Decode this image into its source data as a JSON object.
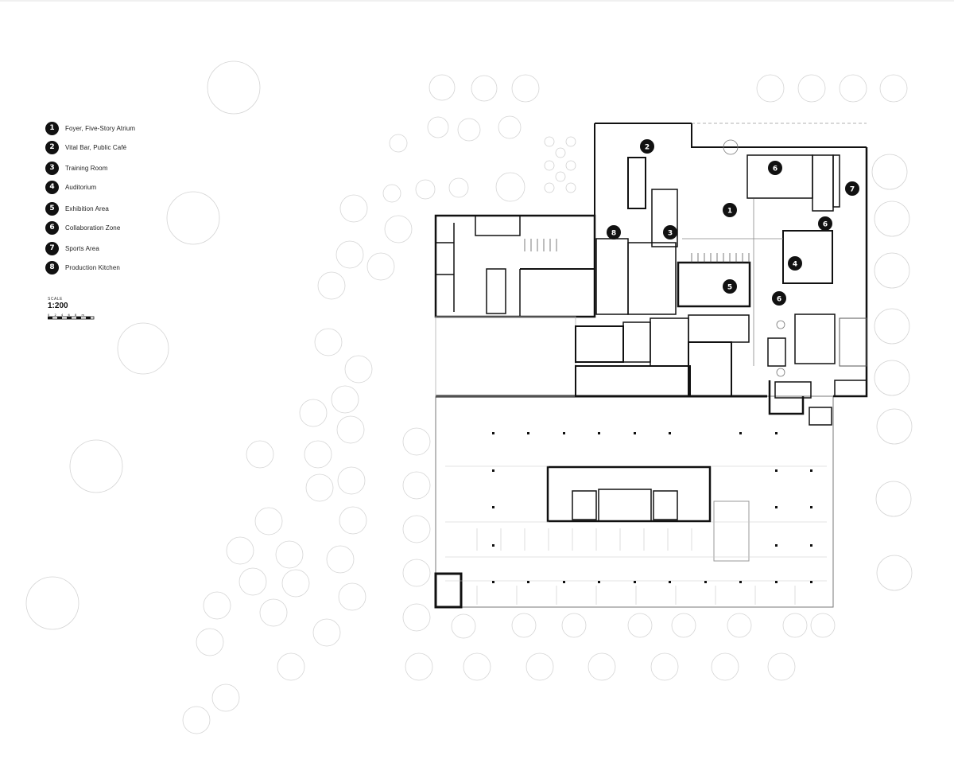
{
  "legend": [
    {
      "num": "1",
      "label": "Foyer, Five-Story Atrium"
    },
    {
      "num": "2",
      "label": "Vital Bar, Public Café"
    },
    {
      "num": "3",
      "label": "Training Room"
    },
    {
      "num": "4",
      "label": "Auditorium"
    },
    {
      "num": "5",
      "label": "Exhibition Area"
    },
    {
      "num": "6",
      "label": "Collaboration Zone"
    },
    {
      "num": "7",
      "label": "Sports Area"
    },
    {
      "num": "8",
      "label": "Production Kitchen"
    }
  ],
  "scale": {
    "caption": "SCALE",
    "value": "1:200",
    "ticks": "0 2 4 6 8 m"
  },
  "plan_markers": [
    "1",
    "2",
    "3",
    "4",
    "5",
    "6",
    "6",
    "6",
    "7",
    "8"
  ],
  "colors": {
    "ink": "#111111",
    "tree_outline": "#d4d4d4",
    "thin_line": "#9a9a9a"
  }
}
